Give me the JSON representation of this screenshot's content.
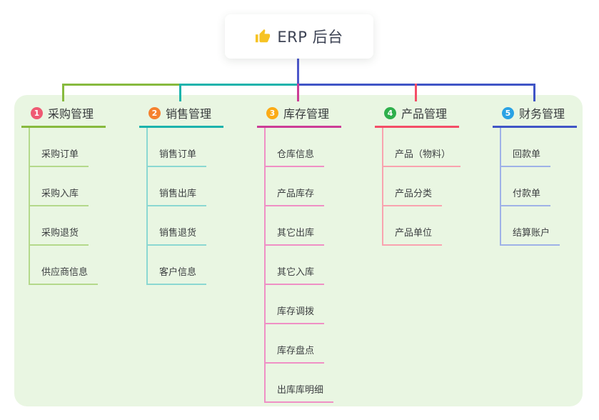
{
  "root": {
    "title": "ERP 后台",
    "icon": "thumbs-up-icon",
    "icon_color": "#f6c324",
    "stem_color": "#4d58cb"
  },
  "panel_color": "#e9f6e2",
  "branches": [
    {
      "num": "1",
      "label": "采购管理",
      "badge_color": "#ef5a73",
      "line_color": "#87ba3e",
      "light_color": "#b4d98b",
      "children": [
        "采购订单",
        "采购入库",
        "采购退货",
        "供应商信息"
      ]
    },
    {
      "num": "2",
      "label": "销售管理",
      "badge_color": "#f5812e",
      "line_color": "#1cb3ac",
      "light_color": "#8bd8d2",
      "children": [
        "销售订单",
        "销售出库",
        "销售退货",
        "客户信息"
      ]
    },
    {
      "num": "3",
      "label": "库存管理",
      "badge_color": "#fbab16",
      "line_color": "#cc3d97",
      "light_color": "#ef90c5",
      "children": [
        "仓库信息",
        "产品库存",
        "其它出库",
        "其它入库",
        "库存调拨",
        "库存盘点",
        "出库库明细"
      ]
    },
    {
      "num": "4",
      "label": "产品管理",
      "badge_color": "#2eb04c",
      "line_color": "#f44e67",
      "light_color": "#f9a3af",
      "children": [
        "产品（物料）",
        "产品分类",
        "产品单位"
      ]
    },
    {
      "num": "5",
      "label": "财务管理",
      "badge_color": "#2aa2e4",
      "line_color": "#4055c6",
      "light_color": "#9fb2e7",
      "children": [
        "回款单",
        "付款单",
        "结算账户"
      ]
    }
  ]
}
